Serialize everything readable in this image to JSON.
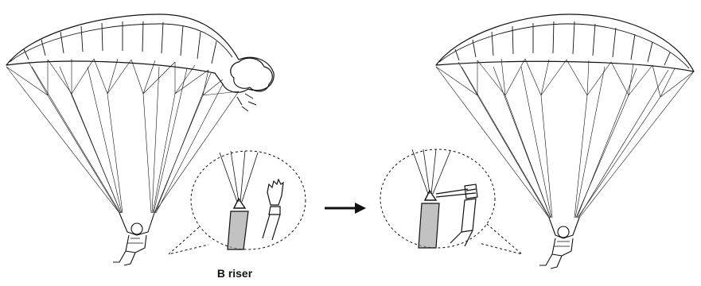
{
  "caption": "B riser",
  "colors": {
    "ink": "#111111",
    "background": "#ffffff",
    "riser_fill": "#9a9a9a"
  },
  "panels": [
    {
      "state": "collapsed",
      "icon": "paraglider-collapse-icon"
    },
    {
      "state": "reinflated",
      "icon": "paraglider-inflated-icon"
    }
  ],
  "detail_views": [
    {
      "action": "hand-releasing-b-riser",
      "icon": "hand-icon"
    },
    {
      "action": "hand-pulling-b-riser",
      "icon": "hand-icon"
    }
  ],
  "arrow_icon": "right-arrow-icon"
}
